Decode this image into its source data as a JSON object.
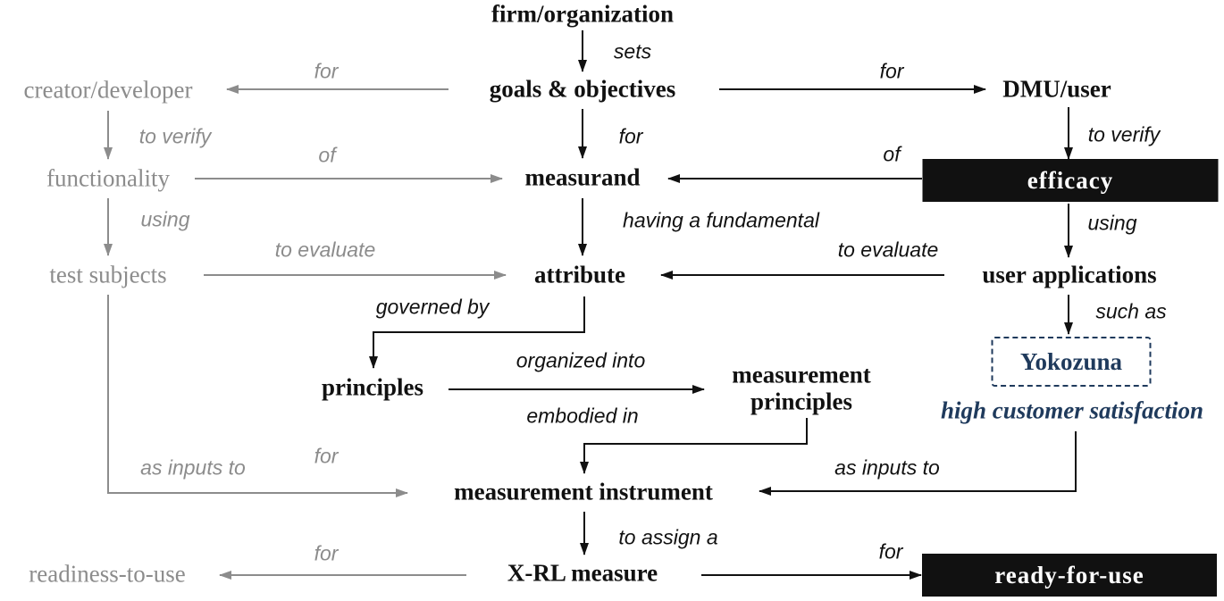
{
  "nodes": {
    "firm": "firm/organization",
    "goals": "goals & objectives",
    "creator": "creator/developer",
    "dmu": "DMU/user",
    "functionality": "functionality",
    "measurand": "measurand",
    "efficacy": "efficacy",
    "test_subjects": "test subjects",
    "attribute": "attribute",
    "user_applications": "user applications",
    "yokozuna": "Yokozuna",
    "high_satisfaction": "high customer satisfaction",
    "principles": "principles",
    "measurement_principles_line1": "measurement",
    "measurement_principles_line2": "principles",
    "instrument": "measurement instrument",
    "readiness": "readiness-to-use",
    "xrl": "X-RL measure",
    "ready": "ready-for-use"
  },
  "labels": {
    "sets": "sets",
    "for_creator": "for",
    "for_dmu": "for",
    "to_verify_left": "to verify",
    "for_measurand": "for",
    "to_verify_right": "to verify",
    "of_left": "of",
    "of_right": "of",
    "using_left": "using",
    "having": "having a fundamental",
    "using_right": "using",
    "to_evaluate_left": "to evaluate",
    "to_evaluate_right": "to evaluate",
    "governed_by": "governed by",
    "such_as": "such as",
    "organized_into": "organized into",
    "embodied_in": "embodied in",
    "for_instrument": "for",
    "as_inputs_left": "as inputs to",
    "as_inputs_right": "as inputs to",
    "to_assign": "to assign a",
    "for_readiness": "for",
    "for_ready": "for"
  },
  "colors": {
    "dark": "#111111",
    "grey": "#8c8c8c",
    "navy": "#1f3a5c"
  }
}
